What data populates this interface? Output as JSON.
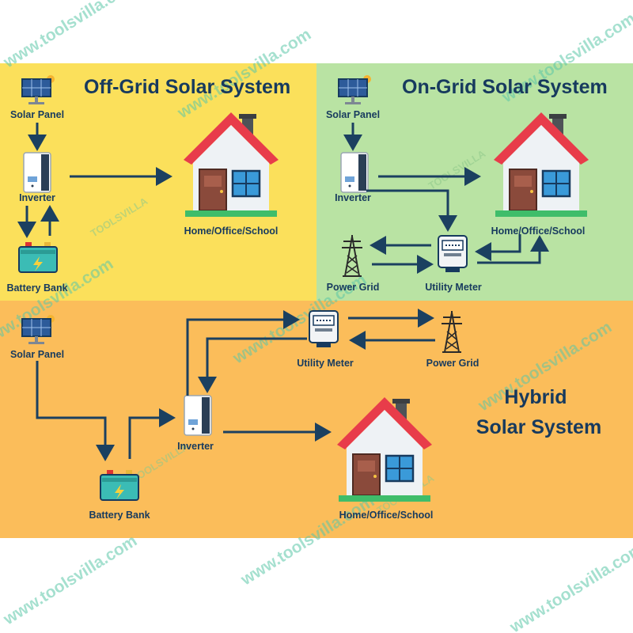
{
  "panels": {
    "off_grid": {
      "title": "Off-Grid Solar System",
      "solar_panel": "Solar Panel",
      "inverter": "Inverter",
      "battery": "Battery Bank",
      "home": "Home/Office/School",
      "color": "#fbe05b"
    },
    "on_grid": {
      "title": "On-Grid Solar System",
      "solar_panel": "Solar Panel",
      "inverter": "Inverter",
      "home": "Home/Office/School",
      "power_grid": "Power Grid",
      "meter": "Utility Meter",
      "color": "#b9e3a3"
    },
    "hybrid": {
      "title_line1": "Hybrid",
      "title_line2": "Solar System",
      "solar_panel": "Solar Panel",
      "inverter": "Inverter",
      "battery": "Battery Bank",
      "home": "Home/Office/School",
      "meter": "Utility Meter",
      "power_grid": "Power Grid",
      "color": "#fbbd5a"
    }
  },
  "watermark": {
    "site": "www.toolsvilla.com",
    "brand": "TOOLSVILLA"
  },
  "icons": [
    "solar-panel-icon",
    "inverter-icon",
    "battery-icon",
    "house-icon",
    "power-tower-icon",
    "utility-meter-icon"
  ]
}
